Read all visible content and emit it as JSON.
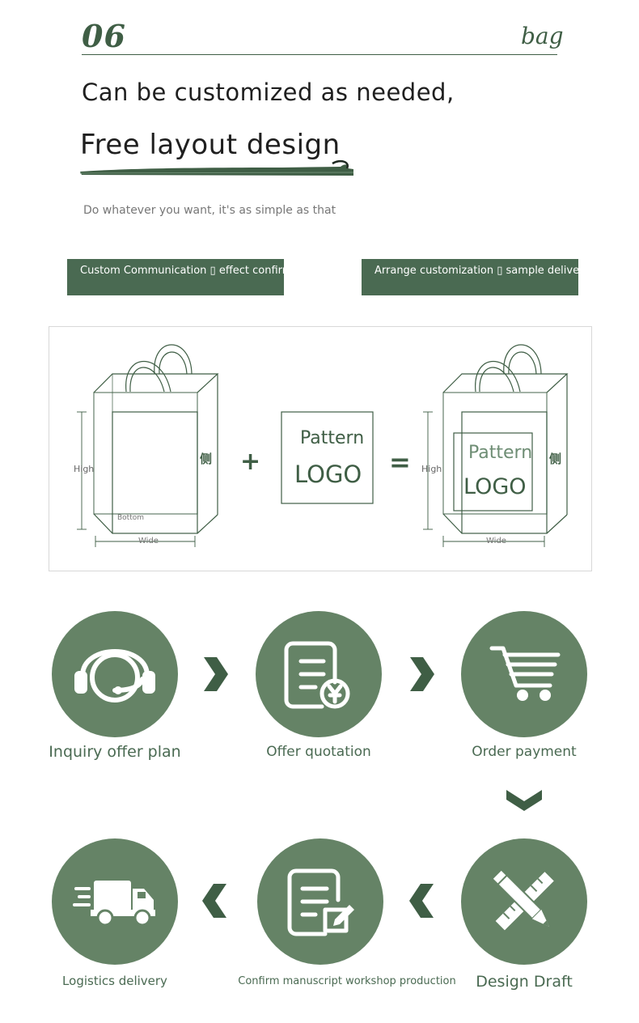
{
  "header": {
    "number": "06",
    "tag": "bag"
  },
  "intro": {
    "line1": "Can be customized as needed,",
    "line2": "Free layout design",
    "subline": "Do whatever you want, it's as simple as that"
  },
  "pills": [
    {
      "label": "Custom Communication ▯ effect confirma"
    },
    {
      "label": "Arrange customization ▯ sample delivery"
    }
  ],
  "diagram": {
    "left_bag": {
      "high": "High",
      "bottom": "Bottom",
      "wide": "Wide",
      "side": "侧"
    },
    "plus": "+",
    "pattern_box": {
      "pattern": "Pattern",
      "logo": "LOGO"
    },
    "equals": "=",
    "right_bag": {
      "high": "High",
      "wide": "Wide",
      "side": "侧",
      "pattern": "Pattern",
      "logo": "LOGO"
    }
  },
  "flow": {
    "row1": [
      {
        "icon": "headset-icon",
        "label": "Inquiry offer plan"
      },
      {
        "icon": "document-yen-icon",
        "label": "Offer quotation"
      },
      {
        "icon": "cart-icon",
        "label": "Order payment"
      }
    ],
    "row2": [
      {
        "icon": "truck-icon",
        "label": "Logistics delivery"
      },
      {
        "icon": "document-edit-icon",
        "label": "Confirm manuscript workshop production"
      },
      {
        "icon": "pencil-ruler-icon",
        "label": "Design Draft"
      }
    ]
  },
  "colors": {
    "accent": "#4a6a52",
    "circle": "#658366",
    "text_dark": "#1f1f1f"
  }
}
